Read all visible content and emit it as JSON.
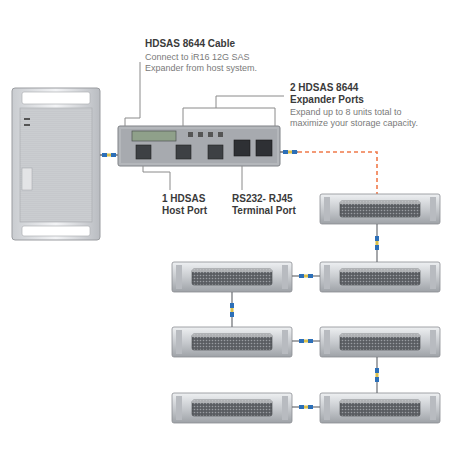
{
  "diagram": {
    "labels": [
      "HDSAS 8644 Cable",
      "Connect to iR16 12G SAS Expander from host system.",
      "2 HDSAS 8644 Expander Ports",
      "Expand up to 8 units total to maximize your storage capacity.",
      "1 HDSAS Host Port",
      "RS232- RJ45 Terminal Port"
    ]
  }
}
